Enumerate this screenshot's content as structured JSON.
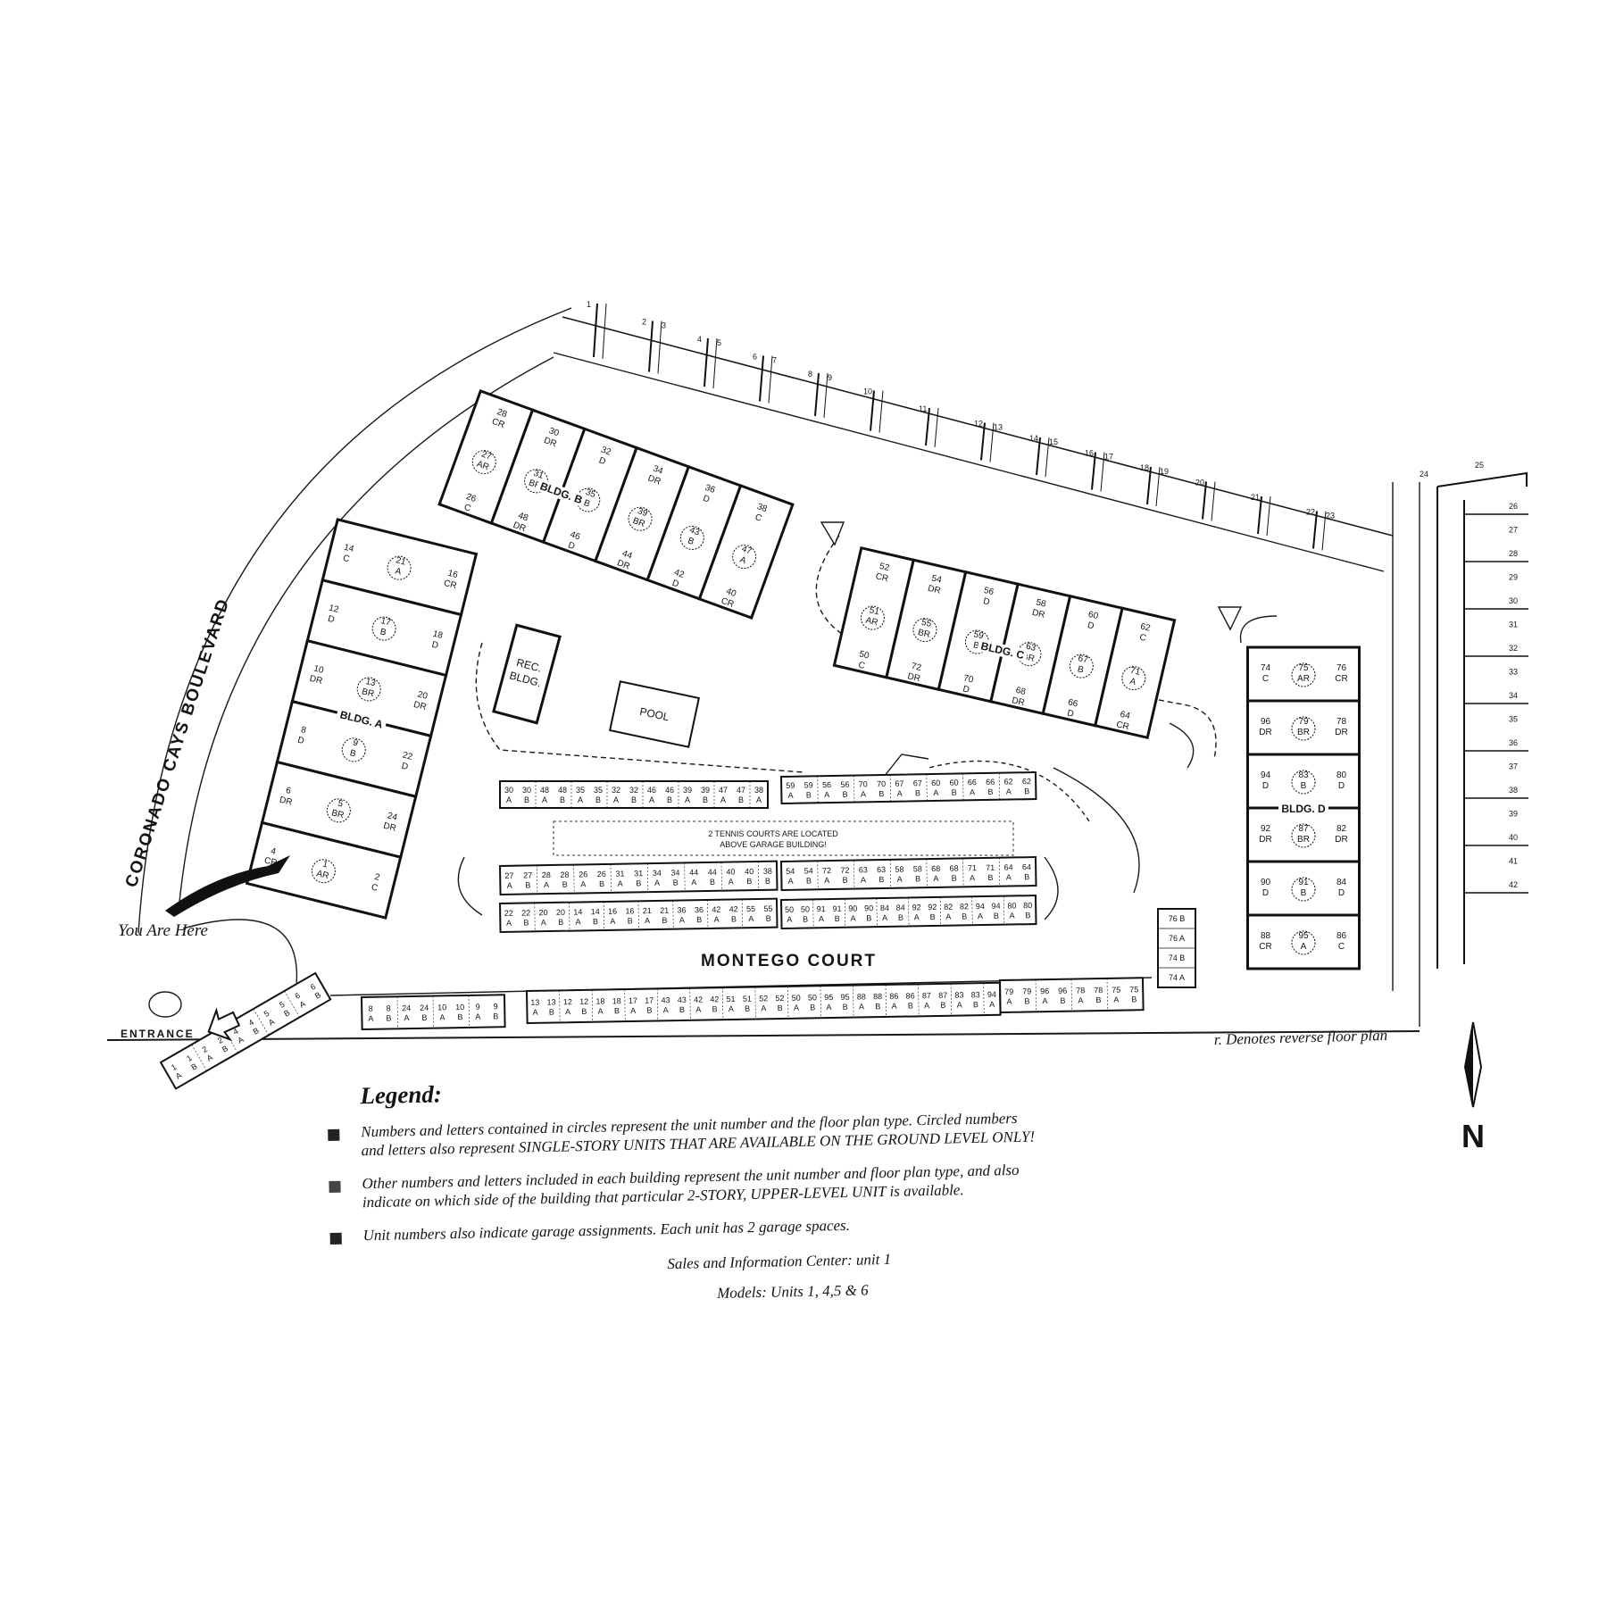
{
  "colors": {
    "ink": "#141414",
    "paper": "#ffffff"
  },
  "labels": {
    "boulevard": "CORONADO CAYS BOULEVARD",
    "court": "MONTEGO COURT",
    "entrance": "ENTRANCE",
    "you_are_here": "You Are Here",
    "rec_bldg": [
      "REC.",
      "BLDG."
    ],
    "pool": "POOL",
    "tennis": [
      "2 TENNIS COURTS ARE LOCATED",
      "ABOVE GARAGE BUILDING!"
    ],
    "reverse_note": "r. Denotes reverse floor plan",
    "north": "N"
  },
  "legend": {
    "title": "Legend:",
    "items": [
      [
        "Numbers and letters contained in circles represent the unit number and the floor plan type. Circled numbers",
        "and letters also represent SINGLE-STORY UNITS THAT ARE AVAILABLE ON THE GROUND LEVEL ONLY!"
      ],
      [
        "Other numbers and letters included in each building represent the unit number and floor plan type, and also",
        "indicate on which side of the building that particular 2-STORY, UPPER-LEVEL UNIT is available."
      ],
      [
        "Unit numbers also indicate garage assignments. Each unit has 2 garage spaces."
      ]
    ],
    "sales": "Sales and Information Center: unit 1",
    "models": "Models: Units 1, 4,5 & 6"
  },
  "buildings": [
    {
      "name": "BLDG. A",
      "units": [
        {
          "n": "14",
          "t": "C",
          "c": false
        },
        {
          "n": "21",
          "t": "A",
          "c": true
        },
        {
          "n": "16",
          "t": "CR",
          "c": false
        },
        {
          "n": "12",
          "t": "D",
          "c": false
        },
        {
          "n": "17",
          "t": "B",
          "c": true
        },
        {
          "n": "18",
          "t": "D",
          "c": false
        },
        {
          "n": "10",
          "t": "DR",
          "c": false
        },
        {
          "n": "13",
          "t": "BR",
          "c": true
        },
        {
          "n": "20",
          "t": "DR",
          "c": false
        },
        {
          "n": "8",
          "t": "D",
          "c": false
        },
        {
          "n": "9",
          "t": "B",
          "c": true
        },
        {
          "n": "22",
          "t": "D",
          "c": false
        },
        {
          "n": "6",
          "t": "DR",
          "c": false
        },
        {
          "n": "5",
          "t": "BR",
          "c": true
        },
        {
          "n": "24",
          "t": "DR",
          "c": false
        },
        {
          "n": "4",
          "t": "CR",
          "c": false
        },
        {
          "n": "1",
          "t": "AR",
          "c": true
        },
        {
          "n": "2",
          "t": "C",
          "c": false
        }
      ]
    },
    {
      "name": "BLDG. B",
      "units": [
        {
          "n": "28",
          "t": "CR",
          "c": false
        },
        {
          "n": "27",
          "t": "AR",
          "c": true
        },
        {
          "n": "26",
          "t": "C",
          "c": false
        },
        {
          "n": "30",
          "t": "DR",
          "c": false
        },
        {
          "n": "31",
          "t": "BR",
          "c": true
        },
        {
          "n": "48",
          "t": "DR",
          "c": false
        },
        {
          "n": "32",
          "t": "D",
          "c": false
        },
        {
          "n": "35",
          "t": "B",
          "c": true
        },
        {
          "n": "46",
          "t": "D",
          "c": false
        },
        {
          "n": "34",
          "t": "DR",
          "c": false
        },
        {
          "n": "39",
          "t": "BR",
          "c": true
        },
        {
          "n": "44",
          "t": "DR",
          "c": false
        },
        {
          "n": "36",
          "t": "D",
          "c": false
        },
        {
          "n": "43",
          "t": "B",
          "c": true
        },
        {
          "n": "42",
          "t": "D",
          "c": false
        },
        {
          "n": "38",
          "t": "C",
          "c": false
        },
        {
          "n": "47",
          "t": "A",
          "c": true
        },
        {
          "n": "40",
          "t": "CR",
          "c": false
        }
      ]
    },
    {
      "name": "BLDG. C",
      "units": [
        {
          "n": "52",
          "t": "CR",
          "c": false
        },
        {
          "n": "51",
          "t": "AR",
          "c": true
        },
        {
          "n": "50",
          "t": "C",
          "c": false
        },
        {
          "n": "54",
          "t": "DR",
          "c": false
        },
        {
          "n": "55",
          "t": "BR",
          "c": true
        },
        {
          "n": "72",
          "t": "DR",
          "c": false
        },
        {
          "n": "56",
          "t": "D",
          "c": false
        },
        {
          "n": "59",
          "t": "B",
          "c": true
        },
        {
          "n": "70",
          "t": "D",
          "c": false
        },
        {
          "n": "58",
          "t": "DR",
          "c": false
        },
        {
          "n": "63",
          "t": "BR",
          "c": true
        },
        {
          "n": "68",
          "t": "DR",
          "c": false
        },
        {
          "n": "60",
          "t": "D",
          "c": false
        },
        {
          "n": "67",
          "t": "B",
          "c": true
        },
        {
          "n": "66",
          "t": "D",
          "c": false
        },
        {
          "n": "62",
          "t": "C",
          "c": false
        },
        {
          "n": "71",
          "t": "A",
          "c": true
        },
        {
          "n": "64",
          "t": "CR",
          "c": false
        }
      ]
    },
    {
      "name": "BLDG. D",
      "units": [
        {
          "n": "74",
          "t": "C",
          "c": false
        },
        {
          "n": "75",
          "t": "AR",
          "c": true
        },
        {
          "n": "76",
          "t": "CR",
          "c": false
        },
        {
          "n": "96",
          "t": "DR",
          "c": false
        },
        {
          "n": "79",
          "t": "BR",
          "c": true
        },
        {
          "n": "78",
          "t": "DR",
          "c": false
        },
        {
          "n": "94",
          "t": "D",
          "c": false
        },
        {
          "n": "83",
          "t": "B",
          "c": true
        },
        {
          "n": "80",
          "t": "D",
          "c": false
        },
        {
          "n": "92",
          "t": "DR",
          "c": false
        },
        {
          "n": "87",
          "t": "BR",
          "c": true
        },
        {
          "n": "82",
          "t": "DR",
          "c": false
        },
        {
          "n": "90",
          "t": "D",
          "c": false
        },
        {
          "n": "91",
          "t": "B",
          "c": true
        },
        {
          "n": "84",
          "t": "D",
          "c": false
        },
        {
          "n": "88",
          "t": "CR",
          "c": false
        },
        {
          "n": "95",
          "t": "A",
          "c": true
        },
        {
          "n": "86",
          "t": "C",
          "c": false
        }
      ]
    }
  ],
  "garages": [
    {
      "cells": [
        "30 A",
        "30 B",
        "48 A",
        "48 B",
        "35 A",
        "35 B",
        "32 A",
        "32 B",
        "46 A",
        "46 B",
        "39 A",
        "39 B",
        "47 A",
        "47 B",
        "38 A"
      ]
    },
    {
      "cells": [
        "59 A",
        "59 B",
        "56 A",
        "56 B",
        "70 A",
        "70 B",
        "67 A",
        "67 B",
        "60 A",
        "60 B",
        "66 A",
        "66 B",
        "62 A",
        "62 B"
      ]
    },
    {
      "cells": [
        "27 A",
        "27 B",
        "28 A",
        "28 B",
        "26 A",
        "26 B",
        "31 A",
        "31 B",
        "34 A",
        "34 B",
        "44 A",
        "44 B",
        "40 A",
        "40 B",
        "38 B"
      ]
    },
    {
      "cells": [
        "54 A",
        "54 B",
        "72 A",
        "72 B",
        "63 A",
        "63 B",
        "58 A",
        "58 B",
        "68 A",
        "68 B",
        "71 A",
        "71 B",
        "64 A",
        "64 B"
      ]
    },
    {
      "cells": [
        "22 A",
        "22 B",
        "20 A",
        "20 B",
        "14 A",
        "14 B",
        "16 A",
        "16 B",
        "21 A",
        "21 B",
        "36 A",
        "36 B",
        "42 A",
        "42 B",
        "55 A",
        "55 B"
      ]
    },
    {
      "cells": [
        "50 A",
        "50 B",
        "91 A",
        "91 B",
        "90 A",
        "90 B",
        "84 A",
        "84 B",
        "92 A",
        "92 B",
        "82 A",
        "82 B",
        "94 A",
        "94 B",
        "80 A",
        "80 B"
      ]
    },
    {
      "cells": [
        "8 A",
        "8 B",
        "24 A",
        "24 B",
        "10 A",
        "10 B",
        "9 A",
        "9 B"
      ]
    },
    {
      "cells": [
        "13 A",
        "13 B",
        "12 A",
        "12 B",
        "18 A",
        "18 B",
        "17 A",
        "17 B",
        "43 A",
        "43 B",
        "42 A",
        "42 B",
        "51 A",
        "51 B",
        "52 A",
        "52 B",
        "50 A",
        "50 B",
        "95 A",
        "95 B",
        "88 A",
        "88 B",
        "86 A",
        "86 B",
        "87 A",
        "87 B",
        "83 A",
        "83 B",
        "94 A"
      ]
    },
    {
      "cells": [
        "79 A",
        "79 B",
        "96 A",
        "96 B",
        "78 A",
        "78 B",
        "75 A",
        "75 B"
      ]
    },
    {
      "cells": [
        "76 B",
        "76 A",
        "74 B",
        "74 A"
      ]
    },
    {
      "cells": [
        "1 A",
        "1 B",
        "2 A",
        "2 B",
        "4 A",
        "4 B",
        "5 A",
        "5 B",
        "6 A",
        "6 B"
      ]
    }
  ],
  "docks": {
    "top": [
      "1",
      "2",
      "3",
      "4",
      "5",
      "6",
      "7",
      "8",
      "9",
      "10",
      "11",
      "12",
      "13",
      "14",
      "15",
      "16",
      "17",
      "18",
      "19",
      "20",
      "21",
      "22",
      "23"
    ],
    "right": [
      "24",
      "25",
      "26",
      "27",
      "28",
      "29",
      "30",
      "31",
      "32",
      "33",
      "34",
      "35",
      "36",
      "37",
      "38",
      "39",
      "40",
      "41",
      "42"
    ]
  }
}
